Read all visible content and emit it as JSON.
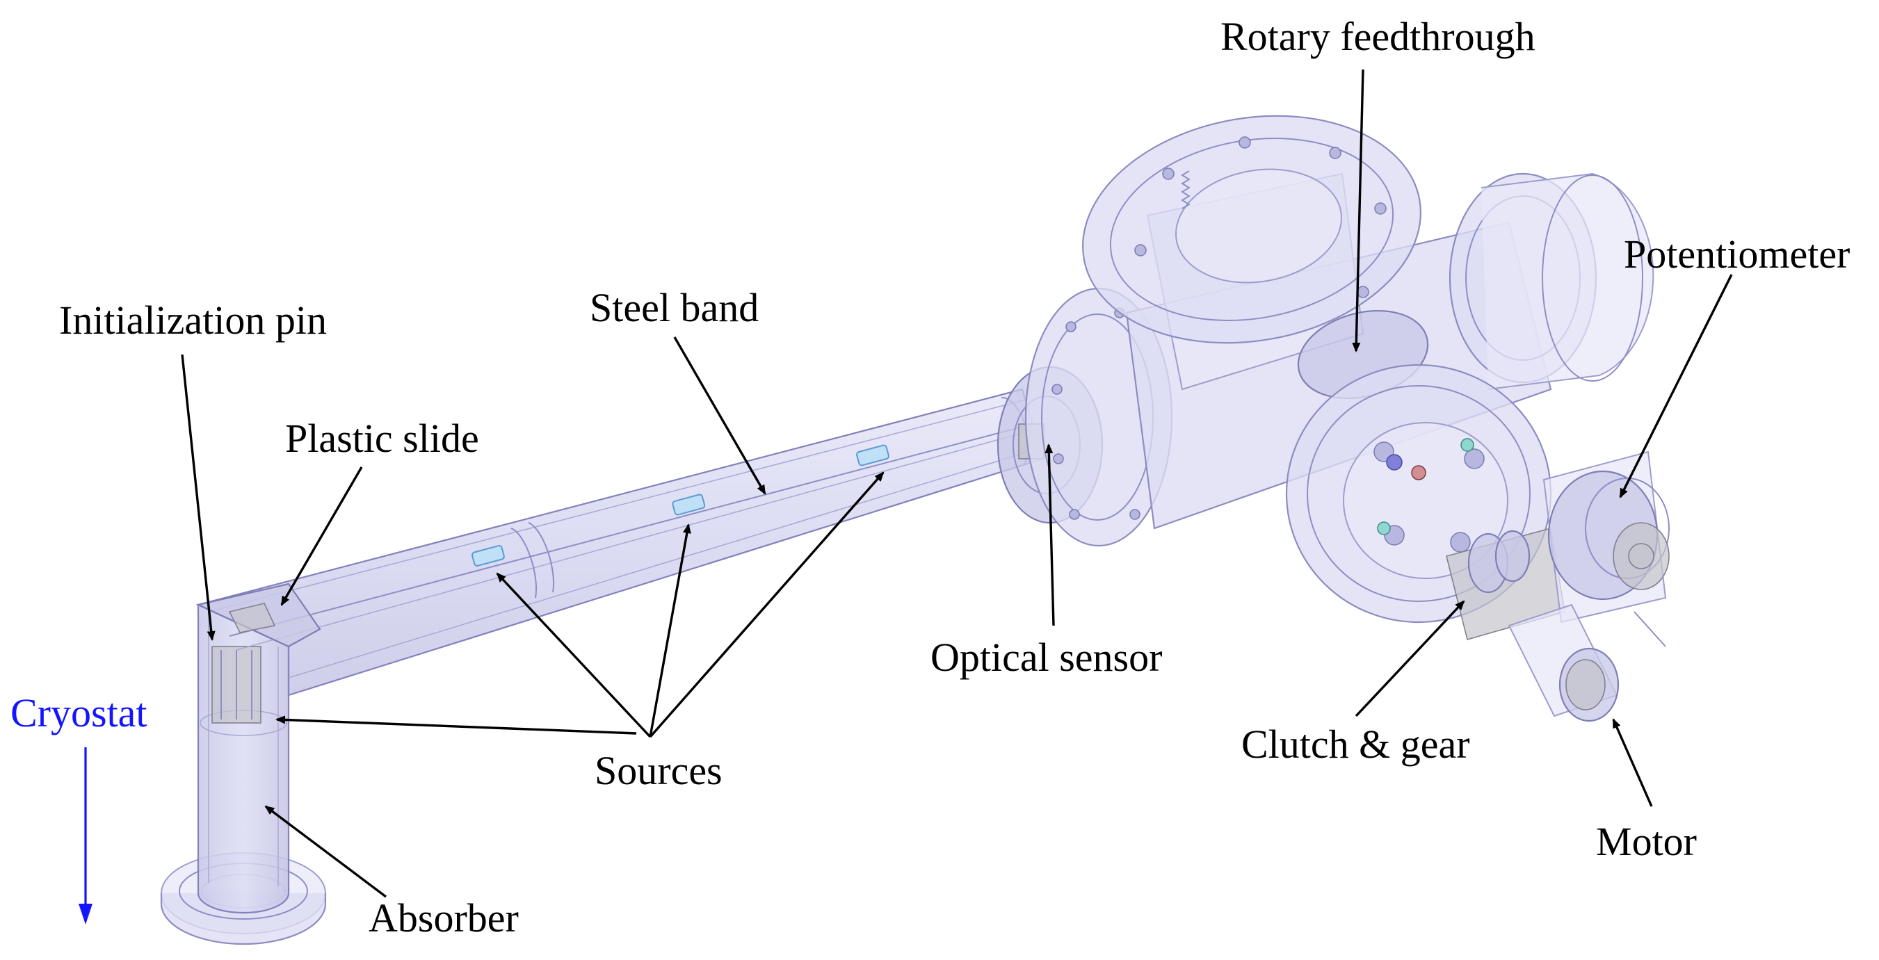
{
  "labels": {
    "rotary_feedthrough": "Rotary feedthrough",
    "potentiometer": "Potentiometer",
    "initialization_pin": "Initialization pin",
    "steel_band": "Steel band",
    "plastic_slide": "Plastic slide",
    "cryostat": "Cryostat",
    "optical_sensor": "Optical sensor",
    "clutch_gear": "Clutch & gear",
    "sources": "Sources",
    "motor": "Motor",
    "absorber": "Absorber"
  },
  "colors": {
    "label_text": "#000000",
    "cryostat_label": "#1414ff",
    "housing_fill": "#dcdcf3",
    "housing_edge": "#8c8cc2",
    "source_fill": "#bfe0f7"
  }
}
